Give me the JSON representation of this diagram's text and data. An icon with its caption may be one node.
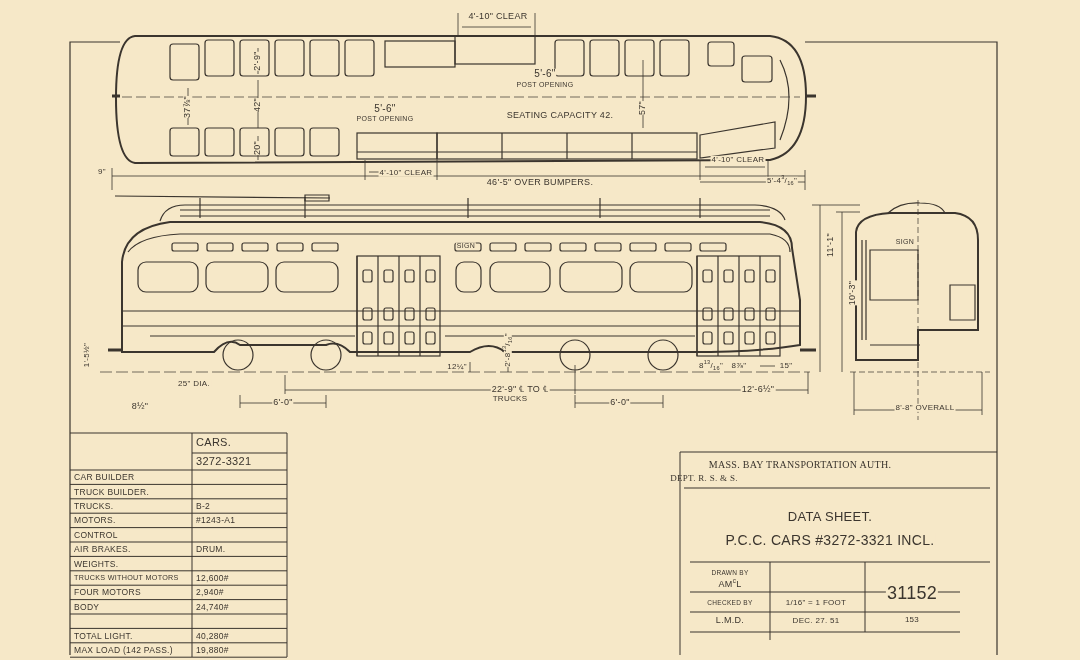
{
  "diagram": {
    "labels": [
      "4'-10\" CLEAR",
      "5'-6\"",
      "POST OPENING",
      "2'-9\"",
      "37⅞\"",
      "42\"",
      "5'-6\"",
      "POST OPENING",
      "SEATING CAPACITY 42.",
      "57\"",
      "20\"",
      "9\"",
      "4'-10\" CLEAR",
      "4'-10\" CLEAR",
      "46'-5\" OVER BUMPERS.",
      "5'-4$^{3}$/$_{16}$\"",
      "SIGN",
      "SIGN",
      "11'-1\"",
      "10'-3\"",
      "1'-5½\"",
      "12¼\"",
      "2'-8$^{13}$/$_{16}$\"",
      "8$^{13}$/$_{16}$\"",
      "8⅞\"",
      "15\"",
      "25\" DIA.",
      "22'-9\" ℄ TO ℄",
      "TRUCKS",
      "12'-6½\"",
      "8½\"",
      "6'-0\"",
      "6'-0\"",
      "8'-8\" OVERALL",
      "CARS.",
      "3272-3321",
      "CAR BUILDER",
      "TRUCK BUILDER.",
      "TRUCKS.",
      "B-2",
      "MOTORS.",
      "#1243-A1",
      "CONTROL",
      "AIR BRAKES.",
      "DRUM.",
      "WEIGHTS.",
      "TRUCKS WITHOUT MOTORS",
      "12,600#",
      "FOUR MOTORS",
      "2,940#",
      "BODY",
      "24,740#",
      "TOTAL LIGHT.",
      "40,280#",
      "MAX LOAD (142 PASS.)",
      "19,880#",
      "MASS. BAY TRANSPORTATION AUTH.",
      "DEPT. R. S. & S.",
      "DATA SHEET.",
      "P.C.C. CARS #3272-3321 INCL.",
      "DRAWN BY",
      "AM$^{c}$L",
      "31152",
      "CHECKED BY",
      "1/16\" = 1 FOOT",
      "L.M.D.",
      "DEC. 27. 51",
      "153"
    ]
  }
}
